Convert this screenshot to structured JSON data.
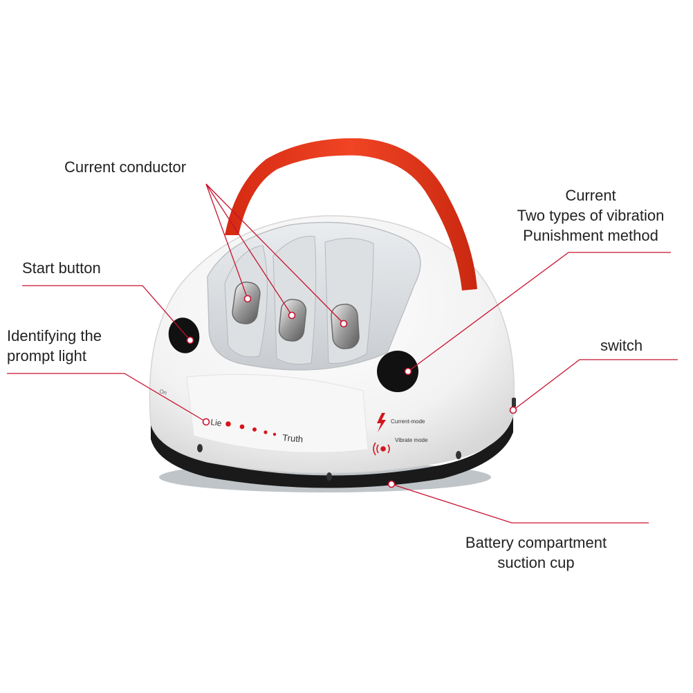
{
  "callouts": {
    "current_conductor": "Current conductor",
    "start_button": "Start button",
    "identifying_line1": "Identifying the",
    "identifying_line2": "prompt light",
    "current_line1": "Current",
    "current_line2": "Two types of vibration",
    "current_line3": "Punishment method",
    "switch": "switch",
    "battery_line1": "Battery compartment",
    "battery_line2": "suction cup"
  },
  "device_labels": {
    "lie": "Lie",
    "truth": "Truth",
    "current_mode": "Current-mode",
    "vibrate_mode": "Vibrate mode",
    "on": "On"
  },
  "colors": {
    "leader_line": "#c8102e",
    "strap": "#e8361c",
    "body": "#f4f4f4",
    "base": "#1a1a1a",
    "led": "#d4151d"
  },
  "icons": [
    "lightning-icon",
    "vibrate-icon"
  ]
}
